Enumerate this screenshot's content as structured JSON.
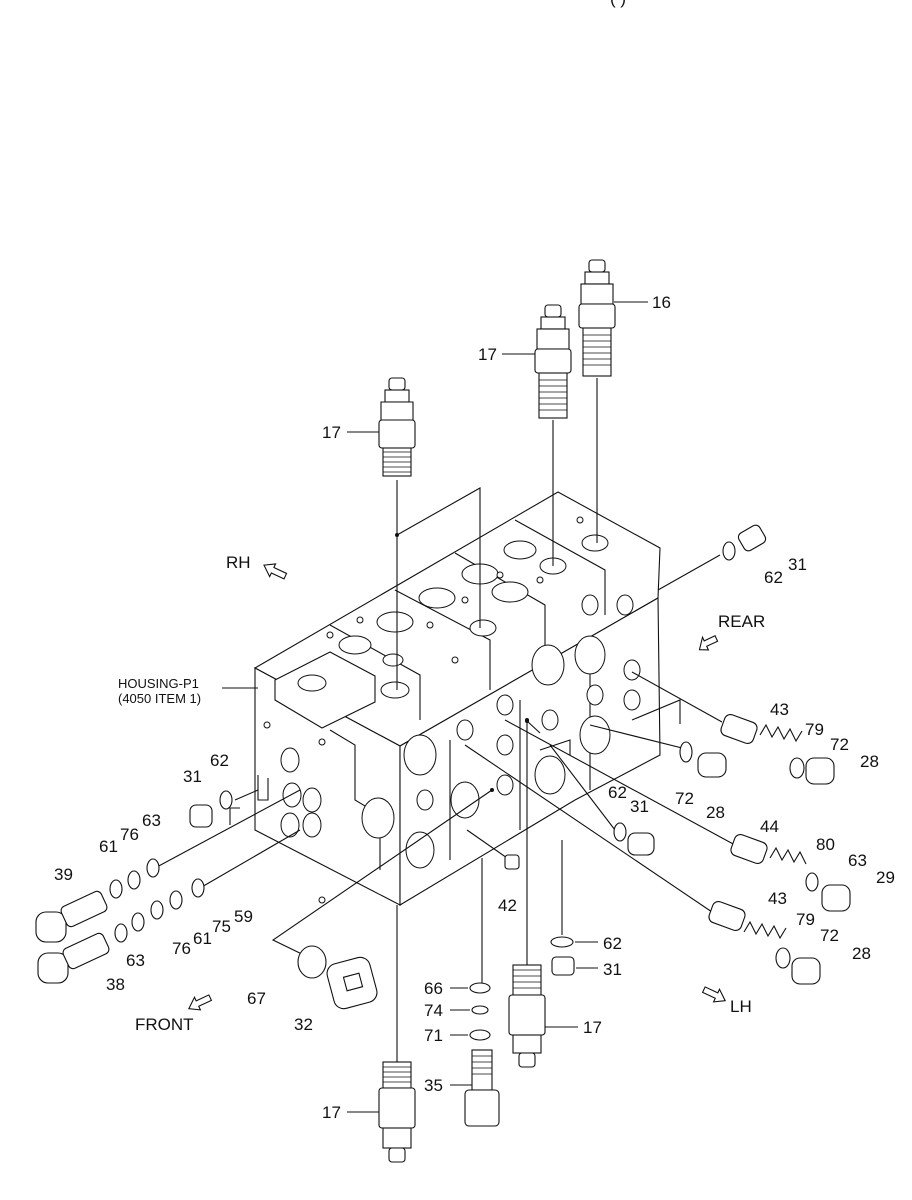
{
  "header": {
    "partial_text": "(     )"
  },
  "housing": {
    "line1": "HOUSING-P1",
    "line2": "(4050 ITEM 1)"
  },
  "directions": {
    "rh": "RH",
    "rear": "REAR",
    "front": "FRONT",
    "lh": "LH"
  },
  "callouts": {
    "c16": "16",
    "c17a": "17",
    "c17b": "17",
    "c17c": "17",
    "c17d": "17",
    "c31a": "31",
    "c62a": "62",
    "c43a": "43",
    "c79a": "79",
    "c72a": "72",
    "c28a": "28",
    "c72b": "72",
    "c28b": "28",
    "c62b": "62",
    "c31b": "31",
    "c44": "44",
    "c80": "80",
    "c63a": "63",
    "c29": "29",
    "c43b": "43",
    "c79b": "79",
    "c72c": "72",
    "c28c": "28",
    "c62c": "62",
    "c31c": "31",
    "c31d": "31",
    "c62d": "62",
    "c76a": "76",
    "c63b": "63",
    "c61a": "61",
    "c39": "39",
    "c38": "38",
    "c63c": "63",
    "c76b": "76",
    "c61b": "61",
    "c75": "75",
    "c59": "59",
    "c42": "42",
    "c67": "67",
    "c32": "32",
    "c66": "66",
    "c74": "74",
    "c71": "71",
    "c35": "35"
  }
}
